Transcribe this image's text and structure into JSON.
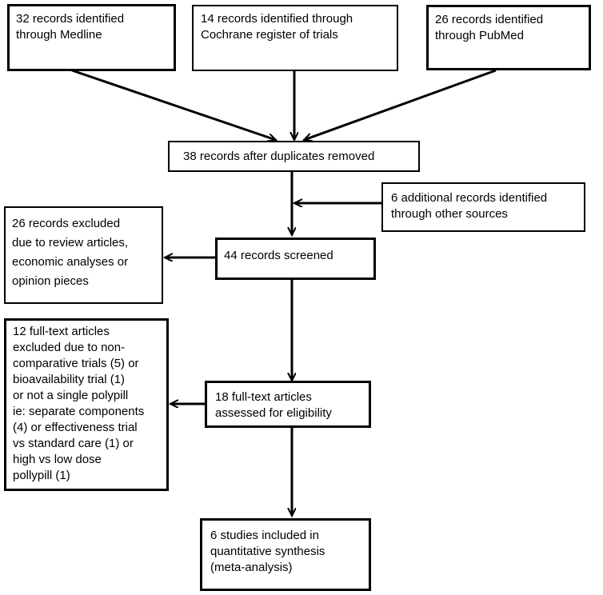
{
  "boxes": {
    "medline": "32 records identified\nthrough Medline",
    "cochrane": "14 records identified through\nCochrane register of trials",
    "pubmed": "26 records identified\nthrough PubMed",
    "duplicates_removed": "38 records after duplicates removed",
    "additional_records": "6 additional records identified\nthrough other sources",
    "excluded_reviews": "26 records excluded\ndue to review articles,\neconomic analyses or\nopinion pieces",
    "screened": "44 records screened",
    "fulltext_excluded": "12 full-text articles\nexcluded due to non-\ncomparative trials (5) or\nbioavailability trial (1)\nor not a single polypill\nie: separate components\n(4) or effectiveness trial\nvs standard care (1) or\nhigh vs low dose\npollypill (1)",
    "fulltext_assessed": "18 full-text articles\nassessed for eligibility",
    "included": "6 studies included in\nquantitative synthesis\n(meta-analysis)"
  }
}
